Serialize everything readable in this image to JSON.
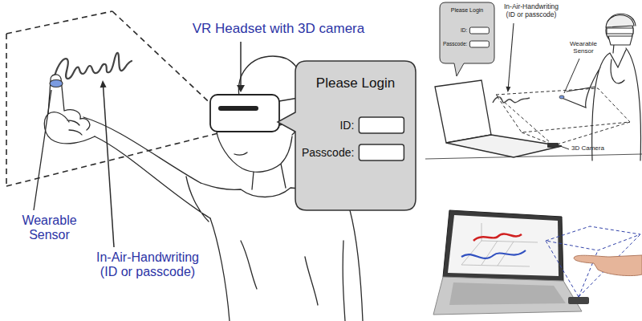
{
  "diagram": {
    "nodes": [
      {
        "text": [
          "Please Login",
          "ID:",
          "Passcode:"
        ]
      },
      {
        "text": [
          "Please Login",
          "ID:",
          "Passcode:"
        ]
      }
    ],
    "labels": [
      "VR Headset with 3D camera",
      "Wearable Sensor",
      "In-Air-Handwriting (ID or passcode)",
      "In-Air-Handwriting (ID or passcode)",
      "Wearable Sensor",
      "3D Camera"
    ]
  }
}
